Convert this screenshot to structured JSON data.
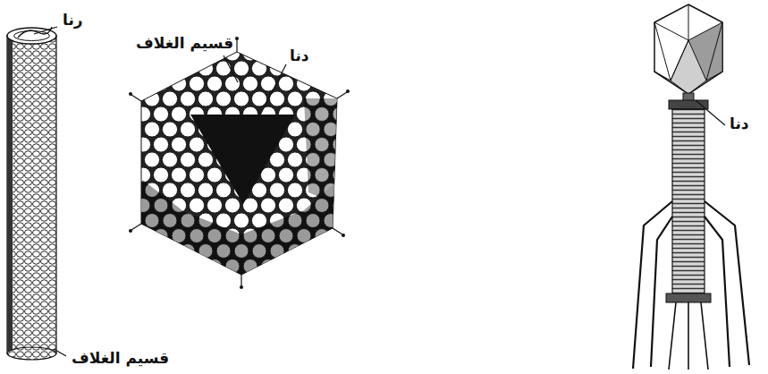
{
  "diagram": {
    "labels": [
      "رنا",
      "قسيم الغلاف",
      "دنا",
      "دنا",
      "قسيم الغلاف"
    ]
  }
}
